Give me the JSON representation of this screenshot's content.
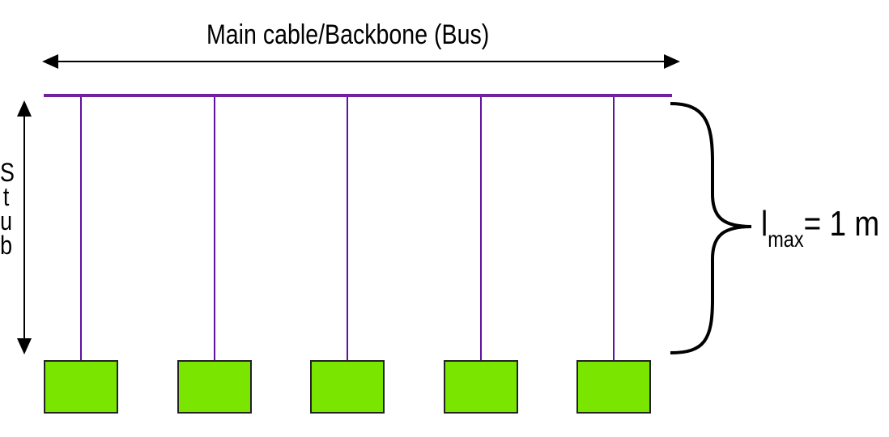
{
  "title": "Main cable/Backbone (Bus)",
  "stub_label_letters": [
    "S",
    "t",
    "u",
    "b"
  ],
  "length_label": {
    "symbol": "l",
    "subscript": "max",
    "value": "= 1 m"
  },
  "devices": [
    {
      "id": 1
    },
    {
      "id": 2
    },
    {
      "id": 3
    },
    {
      "id": 4
    },
    {
      "id": 5
    }
  ],
  "colors": {
    "bus_line": "#7020a0",
    "stub_line": "#6010a0",
    "device_fill": "#7ae600",
    "device_stroke": "#222222",
    "arrow": "#000000"
  }
}
